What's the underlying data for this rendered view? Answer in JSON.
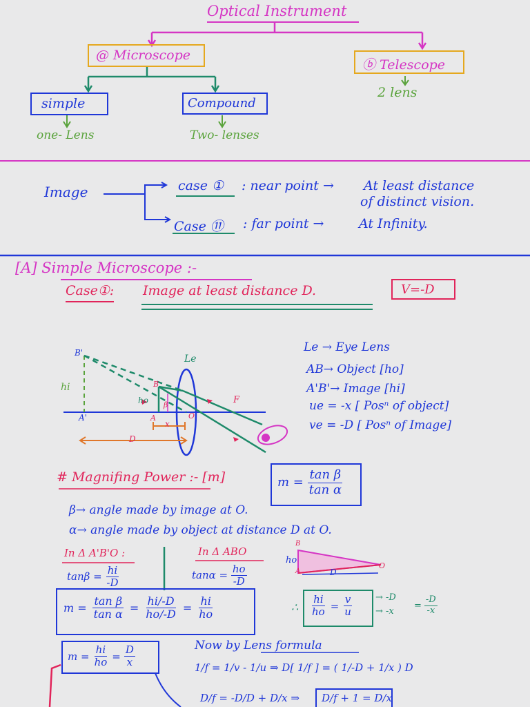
{
  "title": "Optical Instrument",
  "tree": {
    "microscope": "@ Microscope",
    "telescope": "ⓑ Telescope",
    "telescope_note": "2 lens",
    "simple": "simple",
    "simple_note": "one- Lens",
    "compound": "Compound",
    "compound_note": "Two- lenses"
  },
  "image_cases": {
    "label": "Image",
    "case1": "case ①",
    "case1_text": ": near point →",
    "case1_result_1": "At least distance",
    "case1_result_2": "of distinct vision.",
    "case2": "Case ⑪",
    "case2_text": ": far point →",
    "case2_result": "At Infinity."
  },
  "section": {
    "heading": "[A] Simple Microscope :-",
    "case_label": "Case①:",
    "case_text": "Image at least distance D.",
    "condition": "V=-D"
  },
  "diagram_labels": {
    "B_prime": "B'",
    "A_prime": "A'",
    "hi": "hi",
    "ho": "ho",
    "B": "B",
    "A": "A",
    "beta": "β",
    "O": "O",
    "F": "F",
    "Le": "Le",
    "x": "x",
    "D": "D"
  },
  "legend": {
    "l1": "Le → Eye Lens",
    "l2": "AB→ Object  [ho]",
    "l3": "A'B'→ Image  [hi]",
    "l4": "ue = -x [ Posⁿ of object]",
    "l5": "ve = -D [ Posⁿ of Image]"
  },
  "magnifying": {
    "heading": "# Magnifing Power :- [m]",
    "m_label": "m =",
    "m_num": "tan β",
    "m_den": "tan α",
    "beta_def": "β→ angle made by image at O.",
    "alpha_def": "α→ angle made by object at distance D at O."
  },
  "triangles": {
    "t1_heading": "In Δ A'B'O :",
    "t1_lhs": "tanβ =",
    "t1_num": "hi",
    "t1_den": "-D",
    "t2_heading": "In Δ ABO",
    "t2_lhs": "tanα =",
    "t2_num": "ho",
    "t2_den": "-D",
    "small_B": "B",
    "small_ho": "ho",
    "small_A": "A",
    "small_D": "D",
    "small_O": "O"
  },
  "derivation": {
    "m": "m =",
    "f1_num": "tan β",
    "f1_den": "tan α",
    "eq": "=",
    "f2_num": "hi/-D",
    "f2_den": "ho/-D",
    "f3_num": "hi",
    "f3_den": "ho"
  },
  "ratio": {
    "prefix": "∴",
    "hi_ho_num": "hi",
    "hi_ho_den": "ho",
    "v_u_num": "v",
    "v_u_den": "u",
    "arrow1": "→ -D",
    "arrow2": "→ -x",
    "result_num": "-D",
    "result_den": "-x"
  },
  "final": {
    "m": "m =",
    "num1": "hi",
    "den1": "ho",
    "num2": "D",
    "den2": "x",
    "lens_heading": "Now by Lens formula",
    "lens_eq": "1/f = 1/v - 1/u ⇒ D[ 1/f ] = ( 1/-D + 1/x ) D",
    "last_eq": "D/f = -D/D + D/x  ⇒",
    "last_box": "D/f + 1 = D/x"
  },
  "colors": {
    "magenta": "#d535c4",
    "pink": "#e1245a",
    "blue": "#1f37d8",
    "green": "#5aa33c",
    "teal": "#1e8a6a",
    "gold": "#e5a81e",
    "orange": "#e0772a"
  }
}
